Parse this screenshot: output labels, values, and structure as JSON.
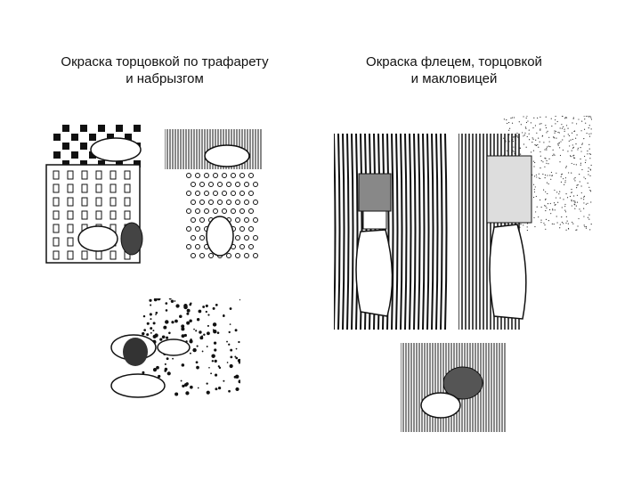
{
  "captions": {
    "left": {
      "line1": "Окраска торцовкой по трафарету",
      "line2": "и набрызгом"
    },
    "right": {
      "line1": "Окраска флецем, торцовкой",
      "line2": "и макловицей"
    }
  },
  "colors": {
    "ink": "#111111",
    "paper": "#ffffff"
  }
}
